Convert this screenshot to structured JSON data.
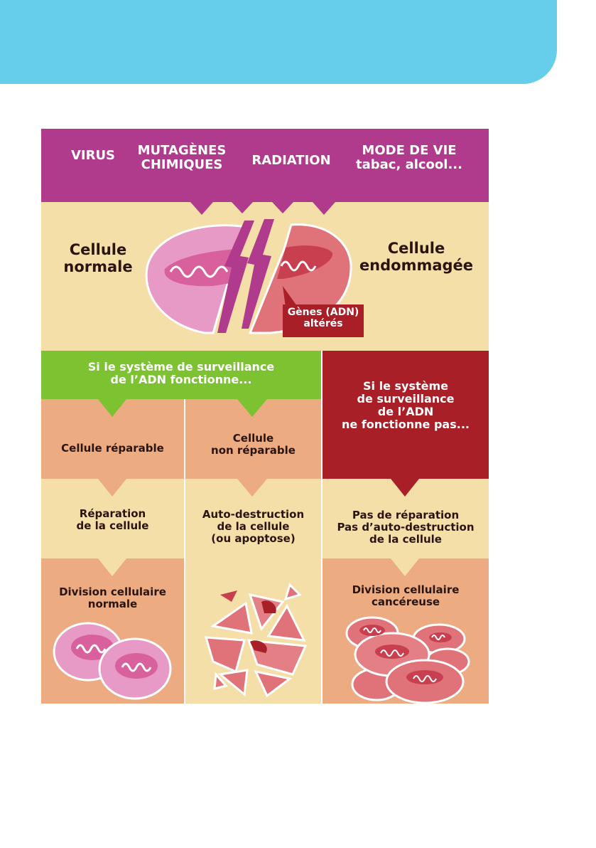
{
  "colors": {
    "top_band": "#66cdeb",
    "purple": "#b03a8c",
    "cream": "#f5dfa9",
    "green": "#7cc231",
    "salmon": "#ecab80",
    "dark_red": "#a81f27",
    "pink_cell": "#e79ac6",
    "red_cell": "#e0737a"
  },
  "causes": {
    "virus": "VIRUS",
    "mutagens_line1": "MUTAGÈNES",
    "mutagens_line2": "CHIMIQUES",
    "radiation": "RADIATION",
    "lifestyle_line1": "MODE DE VIE",
    "lifestyle_line2": "tabac, alcool..."
  },
  "cells": {
    "normal_line1": "Cellule",
    "normal_line2": "normale",
    "damaged_line1": "Cellule",
    "damaged_line2": "endommagée",
    "genes_line1": "Gènes (ADN)",
    "genes_line2": "altérés"
  },
  "surveillance_ok": {
    "line1": "Si le système de surveillance",
    "line2": "de l’ADN fonctionne..."
  },
  "surveillance_fail": {
    "line1": "Si le système",
    "line2": "de surveillance",
    "line3": "de l’ADN",
    "line4": "ne fonctionne pas..."
  },
  "columns": {
    "repairable": "Cellule réparable",
    "non_repairable_line1": "Cellule",
    "non_repairable_line2": "non réparable",
    "repair_line1": "Réparation",
    "repair_line2": "de la cellule",
    "apoptosis_line1": "Auto-destruction",
    "apoptosis_line2": "de la cellule",
    "apoptosis_line3": "(ou apoptose)",
    "no_repair_line1": "Pas de réparation",
    "no_repair_line2": "Pas d’auto-destruction",
    "no_repair_line3": "de la cellule",
    "normal_division_line1": "Division cellulaire",
    "normal_division_line2": "normale",
    "cancer_division_line1": "Division cellulaire",
    "cancer_division_line2": "cancéreuse"
  }
}
